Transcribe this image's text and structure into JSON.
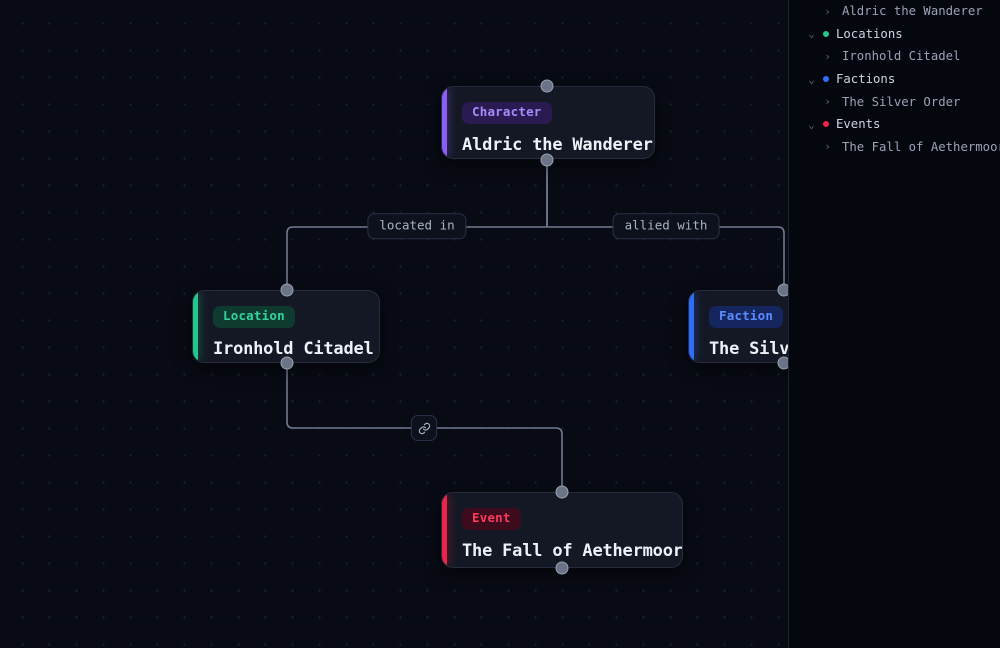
{
  "canvas": {
    "nodes": [
      {
        "id": "character",
        "type_label": "Character",
        "title": "Aldric the Wanderer",
        "accent_color": "#8b5cf6"
      },
      {
        "id": "location",
        "type_label": "Location",
        "title": "Ironhold Citadel",
        "accent_color": "#22c88a"
      },
      {
        "id": "faction",
        "type_label": "Faction",
        "title": "The Silver Order",
        "accent_color": "#2f6dfb"
      },
      {
        "id": "event",
        "type_label": "Event",
        "title": "The Fall of Aethermoor",
        "accent_color": "#f0224a"
      }
    ],
    "edges": [
      {
        "id": "located-in",
        "label": "located in",
        "from": "character",
        "to": "location"
      },
      {
        "id": "allied-with",
        "label": "allied with",
        "from": "character",
        "to": "faction"
      },
      {
        "id": "link",
        "label": "",
        "icon": "link-icon",
        "from": "location",
        "to": "event"
      }
    ]
  },
  "sidebar": {
    "rows": [
      {
        "kind": "child",
        "label": "Aldric the Wanderer",
        "icon": "chevron-right-icon"
      },
      {
        "kind": "group",
        "label": "Locations",
        "dot_color": "#22c88a",
        "icon": "chevron-down-icon"
      },
      {
        "kind": "child",
        "label": "Ironhold Citadel",
        "icon": "chevron-right-icon"
      },
      {
        "kind": "group",
        "label": "Factions",
        "dot_color": "#2f6dfb",
        "icon": "chevron-down-icon"
      },
      {
        "kind": "child",
        "label": "The Silver Order",
        "icon": "chevron-right-icon"
      },
      {
        "kind": "group",
        "label": "Events",
        "dot_color": "#f0224a",
        "icon": "chevron-down-icon"
      },
      {
        "kind": "child",
        "label": "The Fall of Aethermoor",
        "icon": "chevron-right-icon"
      }
    ]
  }
}
